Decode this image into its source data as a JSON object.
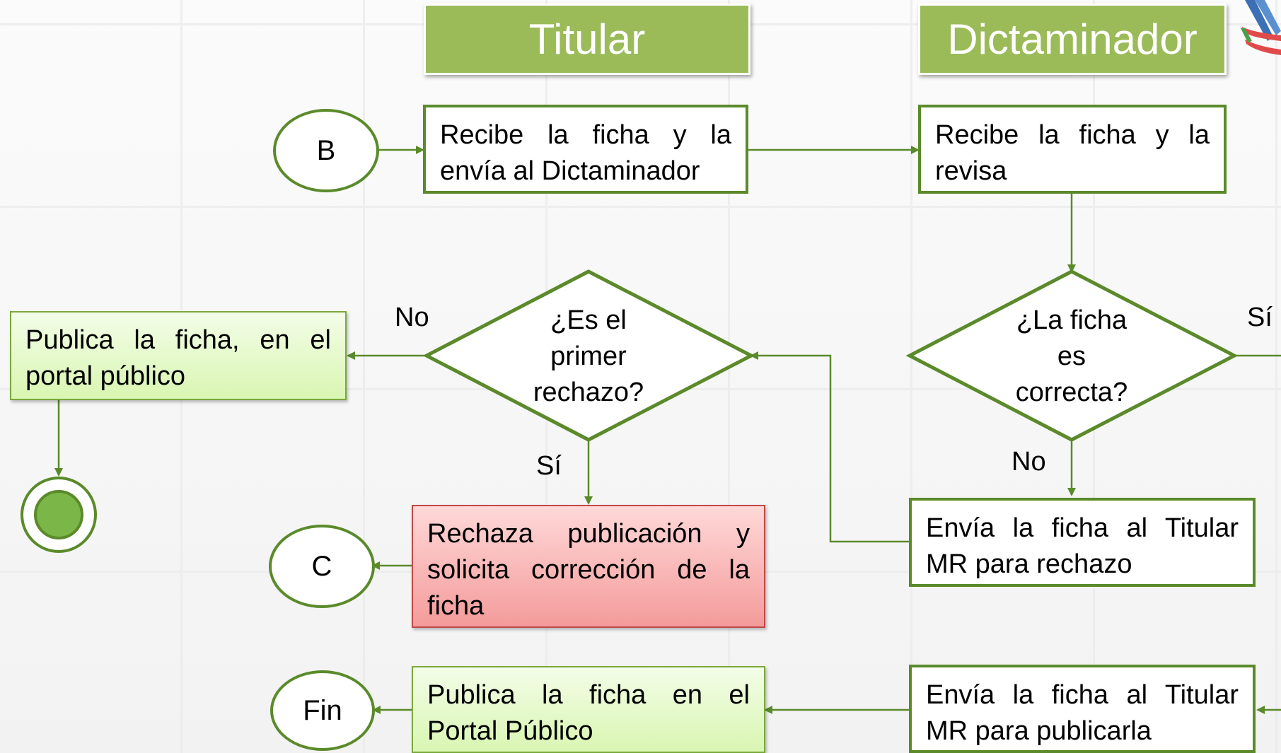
{
  "lanes": {
    "titular": "Titular",
    "dictaminador": "Dictaminador"
  },
  "connectors": {
    "b": "B",
    "c": "C",
    "fin": "Fin"
  },
  "nodes": {
    "titular_recibe": "Recibe la ficha y la envía al Dictaminador",
    "dict_recibe": "Recibe la ficha y la revisa",
    "publica_portal_1": "Publica la ficha, en el portal público",
    "rechaza": "Rechaza publicación y solicita corrección de la ficha",
    "envia_rechazo": "Envía la ficha al Titular MR para rechazo",
    "publica_portal_2": "Publica la ficha en el Portal Público",
    "envia_publicar": "Envía la ficha al Titular MR para publicarla"
  },
  "decisions": {
    "primer_rechazo": [
      "¿Es el",
      "primer",
      "rechazo?"
    ],
    "ficha_correcta": [
      "¿La ficha",
      "es",
      "correcta?"
    ]
  },
  "edge_labels": {
    "no_left": "No",
    "si_down": "Sí",
    "si_right": "Sí",
    "no_down": "No"
  },
  "colors": {
    "line": "#5a8a2a",
    "lane_header": "#9bbb59",
    "reject_fill": "#f49b9b",
    "publish_fill": "#d9f6b2"
  }
}
